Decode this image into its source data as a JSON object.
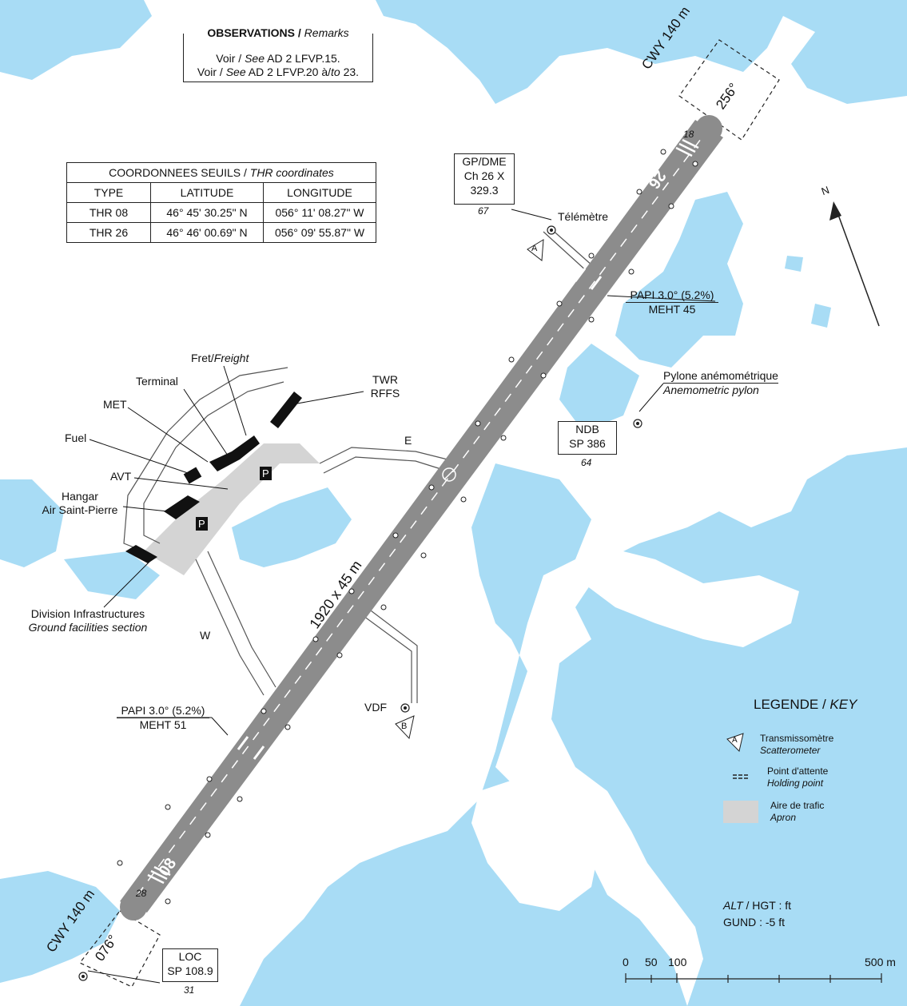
{
  "observations": {
    "title_fr": "OBSERVATIONS",
    "title_sep": " / ",
    "title_en": "Remarks",
    "line1_a": "Voir / ",
    "line1_b": "See",
    "line1_c": " AD 2 LFVP.15.",
    "line2_a": "Voir / ",
    "line2_b": "See",
    "line2_c": " AD 2 LFVP.20 à/",
    "line2_d": "to",
    "line2_e": " 23."
  },
  "thr_table": {
    "title_fr": "COORDONNEES SEUILS / ",
    "title_en": "THR coordinates",
    "headers": [
      "TYPE",
      "LATITUDE",
      "LONGITUDE"
    ],
    "rows": [
      [
        "THR 08",
        "46° 45' 30.25\" N",
        "056° 11' 08.27\" W"
      ],
      [
        "THR 26",
        "46° 46' 00.69\" N",
        "056° 09' 55.87\" W"
      ]
    ]
  },
  "runway": {
    "dimensions": "1920 x 45 m",
    "designator_low": "08",
    "designator_high": "26",
    "elev_08": "28",
    "elev_26": "18"
  },
  "clearways": {
    "cwy_ne": "CWY 140 m",
    "bearing_ne": "256°",
    "cwy_sw": "CWY 140 m",
    "bearing_sw": "076°"
  },
  "navaids": {
    "gp_dme": {
      "l1": "GP/DME",
      "l2": "Ch 26 X",
      "l3": "329.3",
      "elev": "67"
    },
    "ndb": {
      "l1": "NDB",
      "l2": "SP 386",
      "elev": "64"
    },
    "loc": {
      "l1": "LOC",
      "l2": "SP 108.9",
      "elev": "31"
    },
    "vdf": "VDF",
    "telemetre": "Télémètre"
  },
  "papi_26": {
    "l1": "PAPI 3.0° (5.2%)",
    "l2": "MEHT 45"
  },
  "papi_08": {
    "l1": "PAPI 3.0° (5.2%)",
    "l2": "MEHT 51"
  },
  "pylon": {
    "fr": "Pylone anémométrique",
    "en": "Anemometric pylon"
  },
  "facilities": {
    "freight_fr": "Fret/",
    "freight_en": "Freight",
    "terminal": "Terminal",
    "met": "MET",
    "fuel": "Fuel",
    "avt": "AVT",
    "hangar_l1": "Hangar",
    "hangar_l2": "Air Saint-Pierre",
    "twr": "TWR",
    "rffs": "RFFS",
    "division_fr": "Division Infrastructures",
    "division_en": "Ground facilities section",
    "parking": "P"
  },
  "taxiways": {
    "east": "E",
    "west": "W"
  },
  "scatterometer_labels": [
    "A",
    "B"
  ],
  "north": "N",
  "legend": {
    "title_fr": "LEGENDE / ",
    "title_en": "KEY",
    "items": [
      {
        "symbol": "A",
        "fr": "Transmissomètre",
        "en": "Scatterometer"
      },
      {
        "symbol": "holding-point",
        "fr": "Point d'attente",
        "en": "Holding point"
      },
      {
        "symbol": "apron",
        "fr": "Aire de trafic",
        "en": "Apron"
      }
    ]
  },
  "units": {
    "alt_a": "ALT",
    "alt_b": " / HGT : ft",
    "gund": "GUND : -5 ft"
  },
  "scale": {
    "labels": [
      "0",
      "50",
      "100",
      "500 m"
    ]
  },
  "colors": {
    "water": "#a8dcf5",
    "runway": "#8c8c8c",
    "apron": "#d4d4d4",
    "line": "#555555"
  }
}
